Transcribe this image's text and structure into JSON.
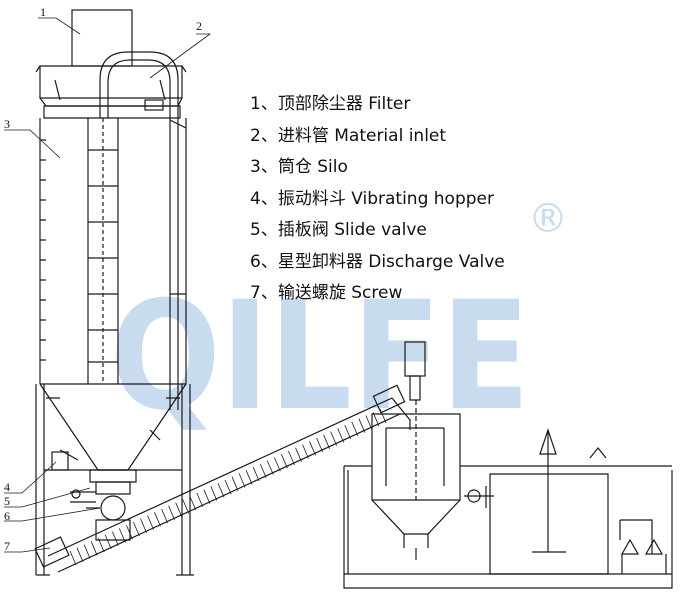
{
  "legend": [
    {
      "num": "1、",
      "zh": "顶部除尘器",
      "en": "Filter"
    },
    {
      "num": "2、",
      "zh": "进料管",
      "en": "Material inlet"
    },
    {
      "num": "3、",
      "zh": "筒仓",
      "en": "Silo"
    },
    {
      "num": "4、",
      "zh": "振动料斗",
      "en": "Vibrating hopper"
    },
    {
      "num": "5、",
      "zh": "插板阀",
      "en": "Slide valve"
    },
    {
      "num": "6、",
      "zh": "星型卸料器",
      "en": "Discharge Valve"
    },
    {
      "num": "7、",
      "zh": "输送螺旋",
      "en": "Screw"
    }
  ],
  "callouts": [
    "1",
    "2",
    "3",
    "4",
    "5",
    "6",
    "7"
  ],
  "watermark": {
    "text": "QILFE",
    "mark": "®",
    "color": "#9dbfe3"
  },
  "colors": {
    "line": "#1a1a1a",
    "background": "#ffffff"
  }
}
